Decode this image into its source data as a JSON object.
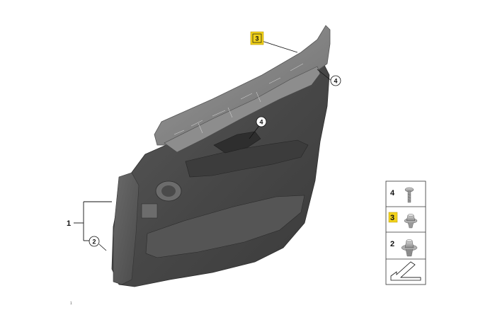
{
  "diagram": {
    "callouts": {
      "assembly": "1",
      "lower_clip": "2",
      "top_clip": "3",
      "screw_upper": "4",
      "screw_handle": "4"
    },
    "legend": {
      "rows": [
        {
          "number": "4",
          "part": "screw-icon"
        },
        {
          "number": "3",
          "part": "expanding-rivet-icon",
          "highlighted": true
        },
        {
          "number": "2",
          "part": "push-clip-icon"
        }
      ],
      "footer": "arrow-direction-icon"
    },
    "corner_mark": "1",
    "colors": {
      "highlight": "#f2d21a",
      "panel_dark": "#4a4a4a",
      "panel_light": "#8a8a8a"
    }
  }
}
